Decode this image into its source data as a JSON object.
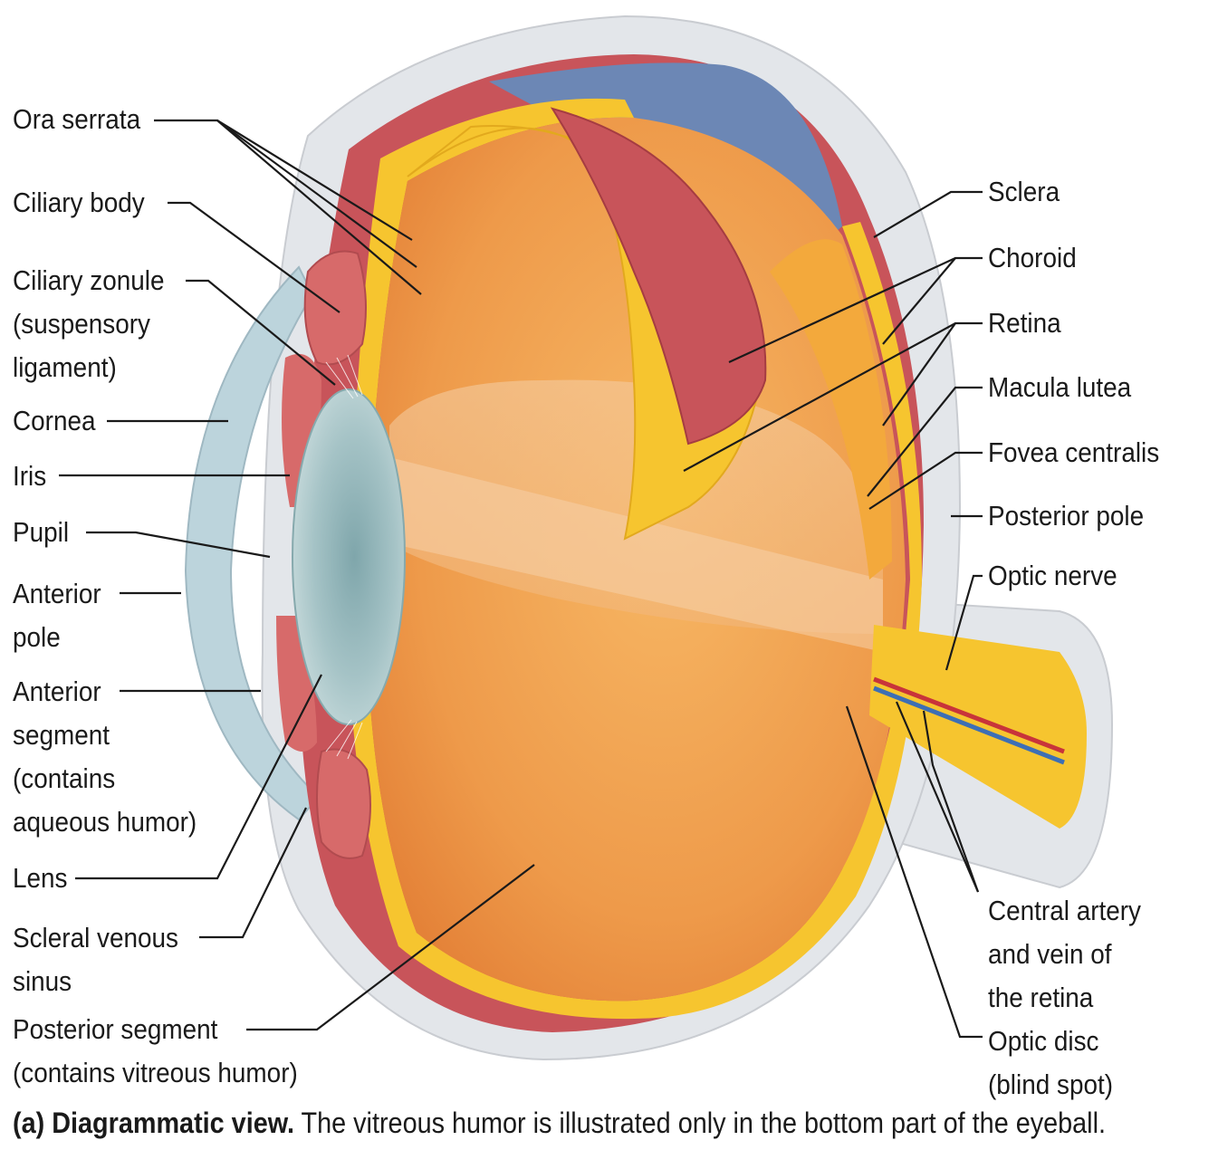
{
  "labels_left": {
    "ora_serrata": "Ora serrata",
    "ciliary_body": "Ciliary body",
    "ciliary_zonule": [
      "Ciliary zonule",
      "(suspensory",
      "ligament)"
    ],
    "cornea": "Cornea",
    "iris": "Iris",
    "pupil": "Pupil",
    "anterior_pole": [
      "Anterior",
      "pole"
    ],
    "anterior_segment": [
      "Anterior",
      "segment",
      "(contains",
      "aqueous humor)"
    ],
    "lens": "Lens",
    "scleral_venous_sinus": [
      "Scleral venous",
      "sinus"
    ],
    "posterior_segment": [
      "Posterior segment",
      "(contains vitreous humor)"
    ]
  },
  "labels_right": {
    "sclera": "Sclera",
    "choroid": "Choroid",
    "retina": "Retina",
    "macula_lutea": "Macula lutea",
    "fovea_centralis": "Fovea centralis",
    "posterior_pole": "Posterior pole",
    "optic_nerve": "Optic nerve",
    "central_artery": [
      "Central artery",
      "and vein of",
      "the retina"
    ],
    "optic_disc": [
      "Optic disc",
      "(blind spot)"
    ]
  },
  "caption": {
    "bold": "(a) Diagrammatic view.",
    "rest": " The vitreous humor is illustrated only in the bottom part of the eyeball."
  },
  "colors": {
    "sclera": "#e3e6ea",
    "choroid": "#c8545a",
    "retina": "#f6c52f",
    "vitreous": "#f0a050",
    "cornea": "#bcd4dc",
    "lens": "#9bbcc0",
    "blue_region": "#6c87b5",
    "ciliary": "#d76a6a"
  }
}
